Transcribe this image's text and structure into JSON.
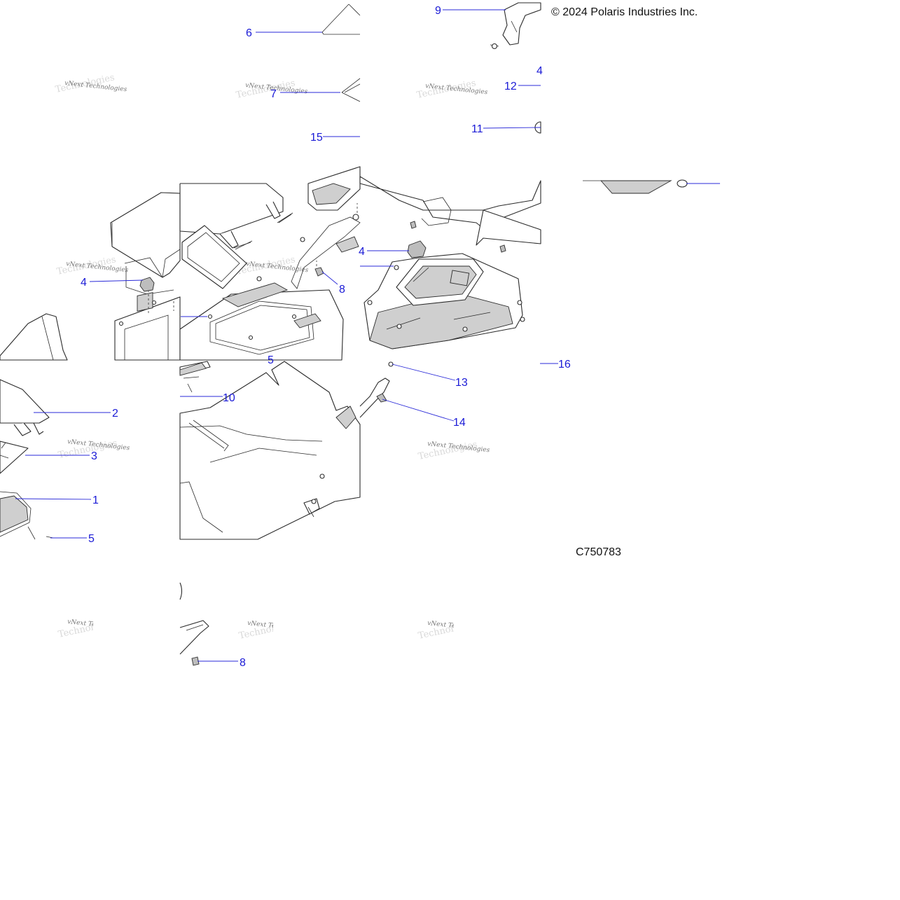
{
  "copyright": "© 2024 Polaris Industries Inc.",
  "figure_id": "C750783",
  "watermark": {
    "text": "vNext Technologies",
    "alt_text": "Technologies"
  },
  "callouts": [
    {
      "label": "1"
    },
    {
      "label": "2"
    },
    {
      "label": "3"
    },
    {
      "label": "4"
    },
    {
      "label": "4"
    },
    {
      "label": "4"
    },
    {
      "label": "5"
    },
    {
      "label": "5"
    },
    {
      "label": "6"
    },
    {
      "label": "7"
    },
    {
      "label": "8"
    },
    {
      "label": "8"
    },
    {
      "label": "9"
    },
    {
      "label": "10"
    },
    {
      "label": "11"
    },
    {
      "label": "12"
    },
    {
      "label": "13"
    },
    {
      "label": "14"
    },
    {
      "label": "15"
    },
    {
      "label": "16"
    }
  ],
  "colors": {
    "callout_text": "#1a1ad6",
    "leader_line": "#2a2ad8",
    "line_art": "#2b2b2b",
    "shading": "#cfcfcf"
  }
}
